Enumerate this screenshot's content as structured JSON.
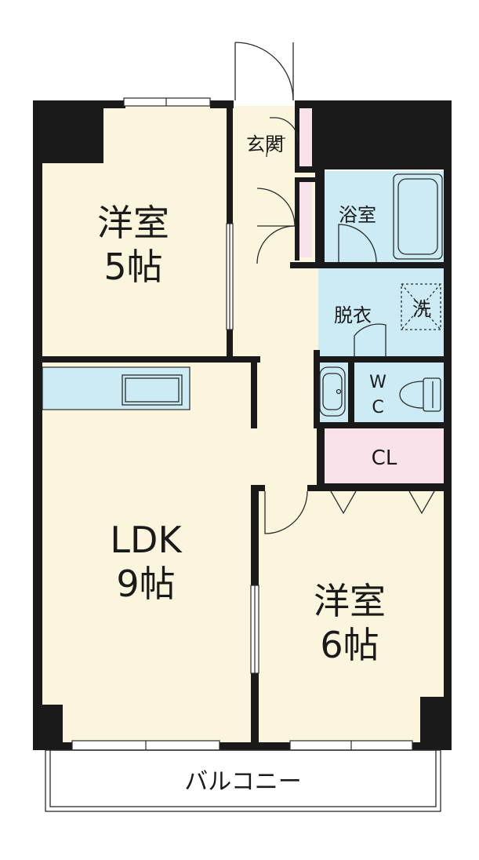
{
  "rooms": {
    "western_room_5": {
      "name": "洋室",
      "size": "5帖"
    },
    "ldk": {
      "name": "LDK",
      "size": "9帖"
    },
    "western_room_6": {
      "name": "洋室",
      "size": "6帖"
    },
    "entrance": {
      "name": "玄関"
    },
    "bathroom": {
      "name": "浴室"
    },
    "dressing": {
      "name": "脱衣"
    },
    "washer": {
      "name": "洗"
    },
    "wc": {
      "line1": "W",
      "line2": "C"
    },
    "closet": {
      "name": "CL"
    },
    "balcony": {
      "name": "バルコニー"
    }
  },
  "colors": {
    "wall": "#1a1a1a",
    "floor": "#fcf5dd",
    "water": "#cdebf5",
    "storage": "#f9e2ea",
    "line": "#2a2a2a"
  }
}
